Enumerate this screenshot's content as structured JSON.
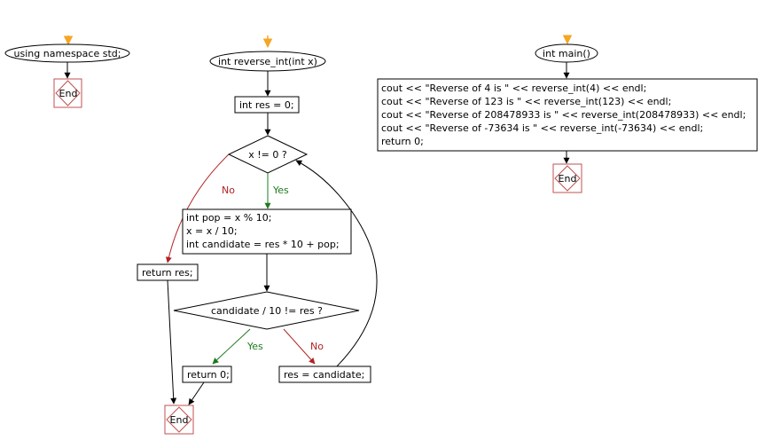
{
  "colors": {
    "start_arrow": "#f5a623",
    "no_branch": "#b22222",
    "yes_branch": "#1e7a1e",
    "end_box": "#c05050",
    "line": "#000000"
  },
  "flow1": {
    "start": "using namespace std;",
    "end": "End"
  },
  "flow2": {
    "start": "int reverse_int(int x)",
    "init": "int res = 0;",
    "cond1": "x != 0 ?",
    "no1": "No",
    "yes1": "Yes",
    "body": [
      "int pop = x % 10;",
      "x = x / 10;",
      "int candidate = res * 10 + pop;"
    ],
    "return_res": "return res;",
    "cond2": "candidate / 10 != res ?",
    "yes2": "Yes",
    "no2": "No",
    "return_0": "return 0;",
    "assign": "res = candidate;",
    "end": "End"
  },
  "flow3": {
    "start": "int main()",
    "body": [
      "cout << \"Reverse of 4 is \" << reverse_int(4) << endl;",
      "cout << \"Reverse of 123 is \" << reverse_int(123) << endl;",
      "cout << \"Reverse of 208478933 is \" << reverse_int(208478933) << endl;",
      "cout << \"Reverse of -73634 is \" << reverse_int(-73634) << endl;",
      "return 0;"
    ],
    "end": "End"
  }
}
